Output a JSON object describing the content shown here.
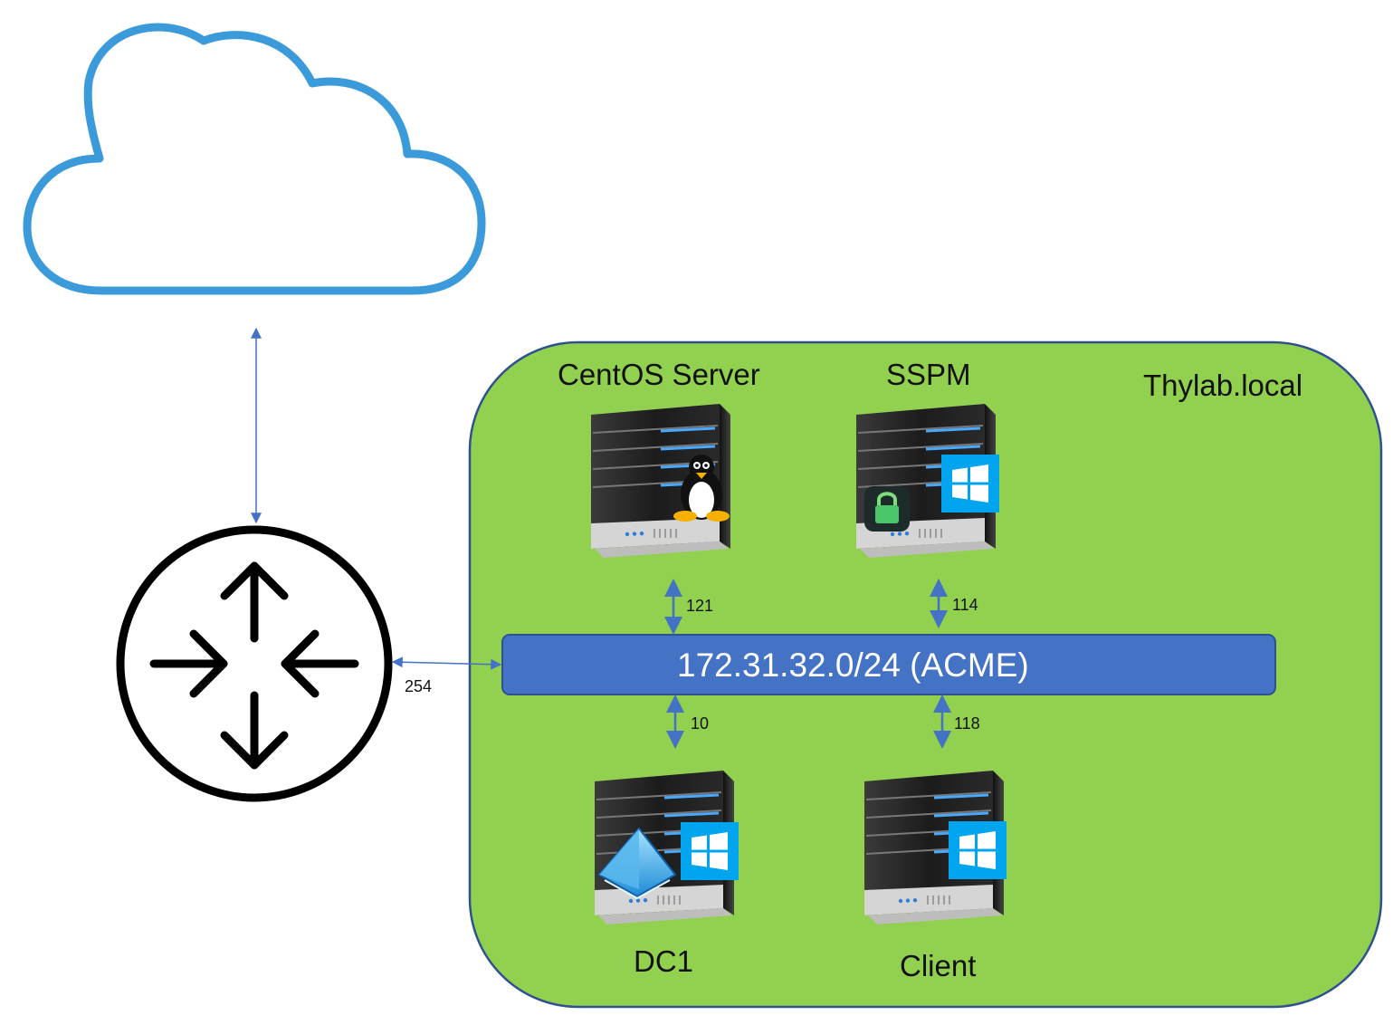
{
  "domain_zone": {
    "label": "Thylab.local",
    "fill": "#92d050",
    "stroke": "#2f528f"
  },
  "subnet": {
    "label": "172.31.32.0/24 (ACME)",
    "fill": "#4472c4"
  },
  "router": {
    "port_label": "254"
  },
  "servers": [
    {
      "id": "centos",
      "name": "CentOS Server",
      "ip_suffix": "121",
      "badges": [
        "linux-penguin-icon"
      ]
    },
    {
      "id": "sspm",
      "name": "SSPM",
      "ip_suffix": "114",
      "badges": [
        "lock-icon",
        "windows-icon"
      ]
    },
    {
      "id": "dc1",
      "name": "DC1",
      "ip_suffix": "10",
      "badges": [
        "active-directory-icon",
        "windows-icon"
      ]
    },
    {
      "id": "client",
      "name": "Client",
      "ip_suffix": "118",
      "badges": [
        "windows-icon"
      ]
    }
  ],
  "colors": {
    "cloud": "#3b9ad9",
    "link": "#4472c4",
    "windows": "#00a4ef",
    "router": "#000000"
  }
}
